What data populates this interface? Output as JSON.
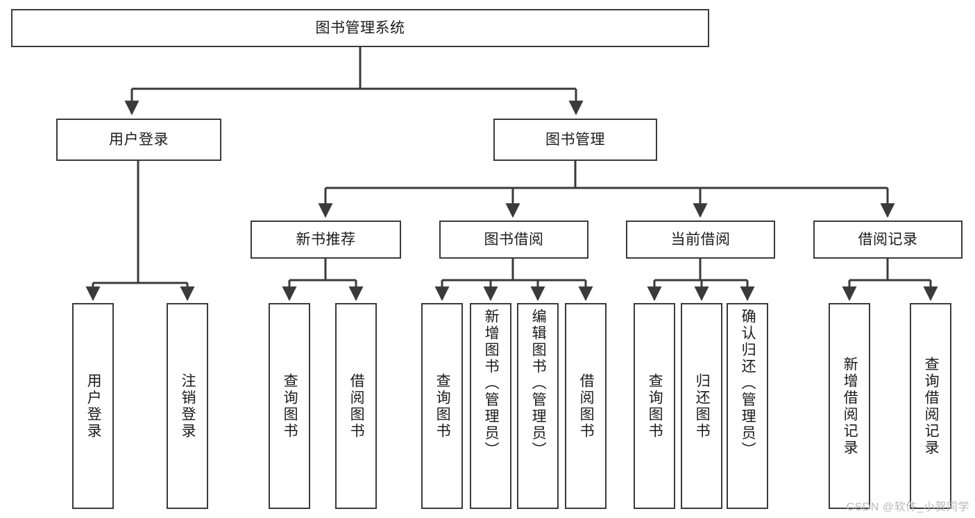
{
  "diagram": {
    "title": "图书管理系统",
    "watermark": "CSDN @软件_小贺同学",
    "colors": {
      "stroke": "#3a3a3a",
      "text": "#1b1b1b",
      "background": "#ffffff",
      "watermark": "#b9b9b9"
    },
    "nodes": {
      "root": {
        "label": "图书管理系统"
      },
      "level2": [
        {
          "label": "用户登录"
        },
        {
          "label": "图书管理"
        }
      ],
      "level3": [
        {
          "label": "新书推荐"
        },
        {
          "label": "图书借阅"
        },
        {
          "label": "当前借阅"
        },
        {
          "label": "借阅记录"
        }
      ],
      "leaves": {
        "user_login": [
          {
            "label": "用户登录"
          },
          {
            "label": "注销登录"
          }
        ],
        "new_book_recommend": [
          {
            "label": "查询图书"
          },
          {
            "label": "借阅图书"
          }
        ],
        "book_borrow": [
          {
            "label": "查询图书"
          },
          {
            "label": "新增图书（管理员）"
          },
          {
            "label": "编辑图书（管理员）"
          },
          {
            "label": "借阅图书"
          }
        ],
        "current_borrow": [
          {
            "label": "查询图书"
          },
          {
            "label": "归还图书"
          },
          {
            "label": "确认归还（管理员）"
          }
        ],
        "borrow_record": [
          {
            "label": "新增借阅记录"
          },
          {
            "label": "查询借阅记录"
          }
        ]
      }
    }
  }
}
